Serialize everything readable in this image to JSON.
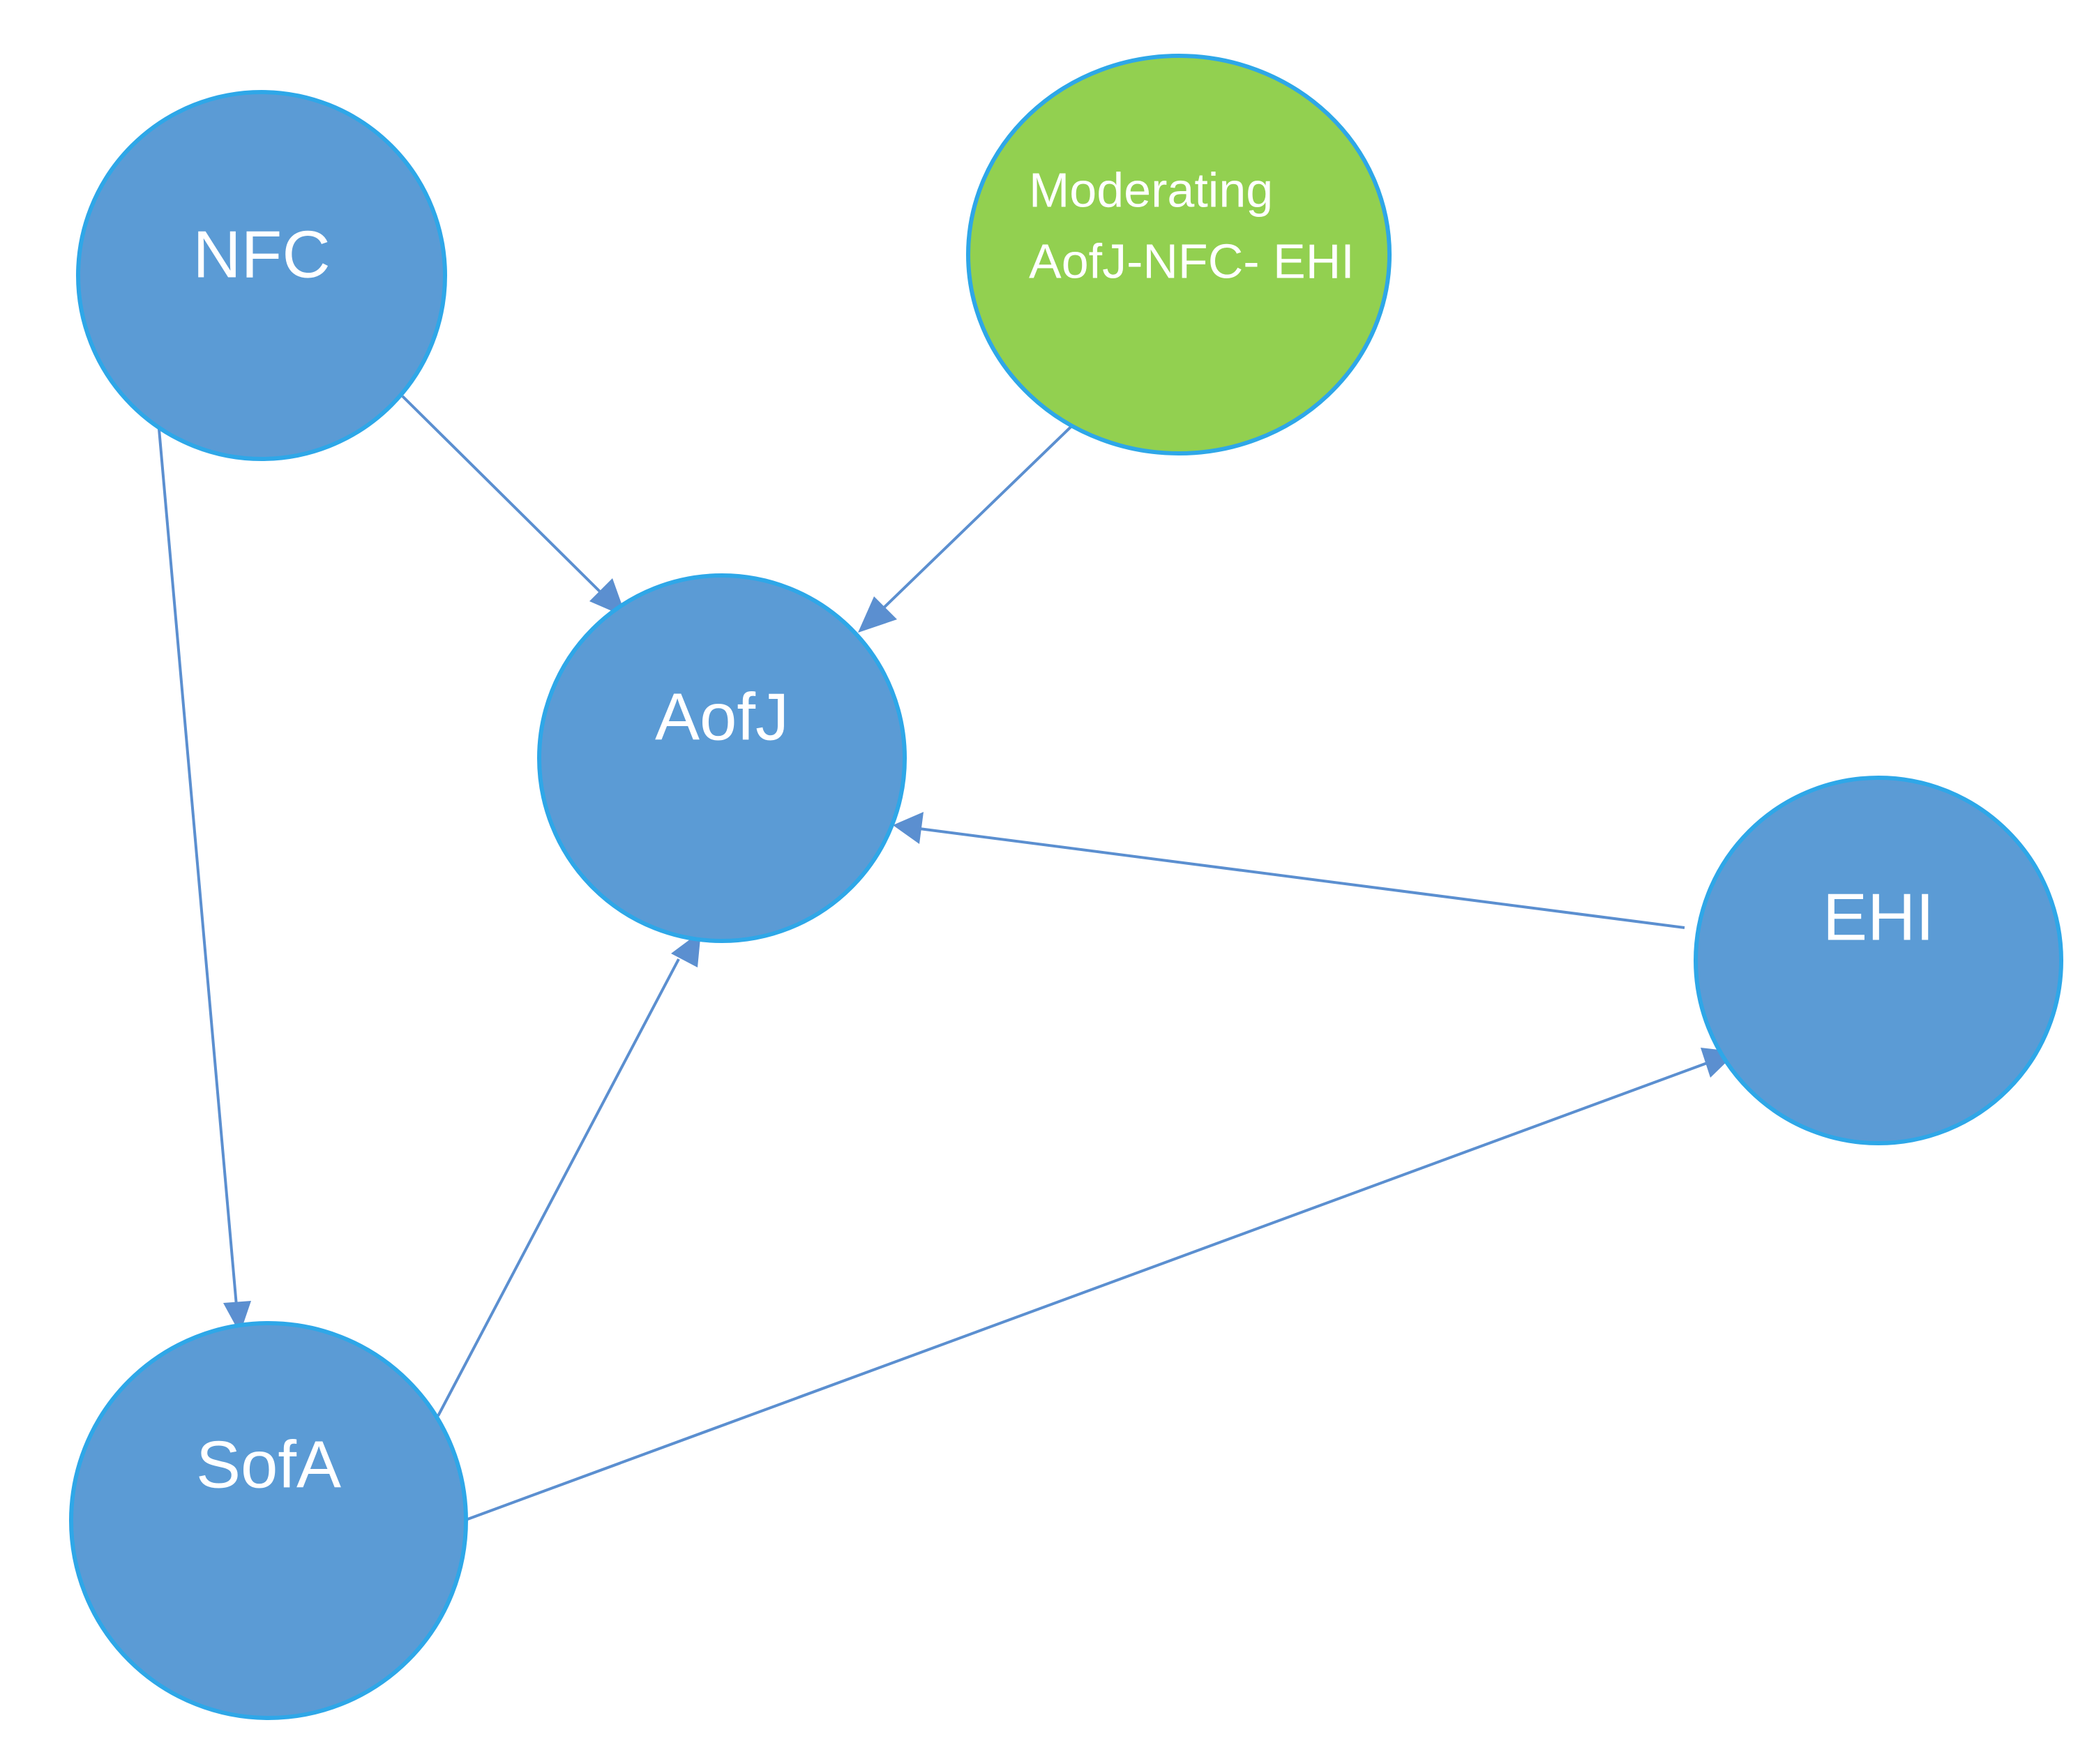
{
  "colors": {
    "background": "#ffffff",
    "node_fill": "#5b9bd5",
    "node_border": "#2ea7e8",
    "moderator_fill": "#92d050",
    "edge": "#5b8fd0",
    "label": "#ffffff"
  },
  "nodes": {
    "nfc": {
      "label": "NFC"
    },
    "moderating": {
      "label_line1": "Moderating",
      "label_line2": "AofJ-NFC- EHI"
    },
    "aofj": {
      "label": "AofJ"
    },
    "ehi": {
      "label": "EHI"
    },
    "sofa": {
      "label": "SofA"
    }
  },
  "edges": [
    {
      "from": "NFC",
      "to": "AofJ"
    },
    {
      "from": "Moderating AofJ-NFC- EHI",
      "to": "AofJ"
    },
    {
      "from": "NFC",
      "to": "SofA"
    },
    {
      "from": "EHI",
      "to": "AofJ"
    },
    {
      "from": "SofA",
      "to": "AofJ"
    },
    {
      "from": "SofA",
      "to": "EHI"
    }
  ]
}
